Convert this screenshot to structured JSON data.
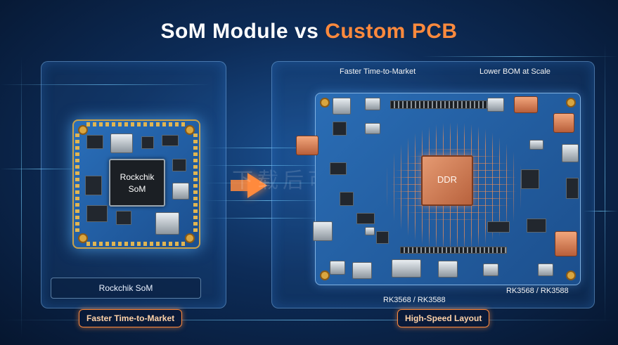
{
  "title": {
    "part1": "SoM Module",
    "part2": "vs",
    "part3": "Custom PCB"
  },
  "som": {
    "chip_line1": "Rockchik",
    "chip_line2": "SoM",
    "label": "Rockchik SoM",
    "badge": "Faster Time-to-Market"
  },
  "pcb": {
    "top_left_caption": "Faster Time-to-Market",
    "top_right_caption": "Lower BOM at Scale",
    "ddr_label": "DDR",
    "bottom_center_caption": "RK3568 / RK3588",
    "bottom_right_caption": "RK3568 / RK3588",
    "badge": "High-Speed Layout"
  },
  "watermark": "下载后可PCB"
}
